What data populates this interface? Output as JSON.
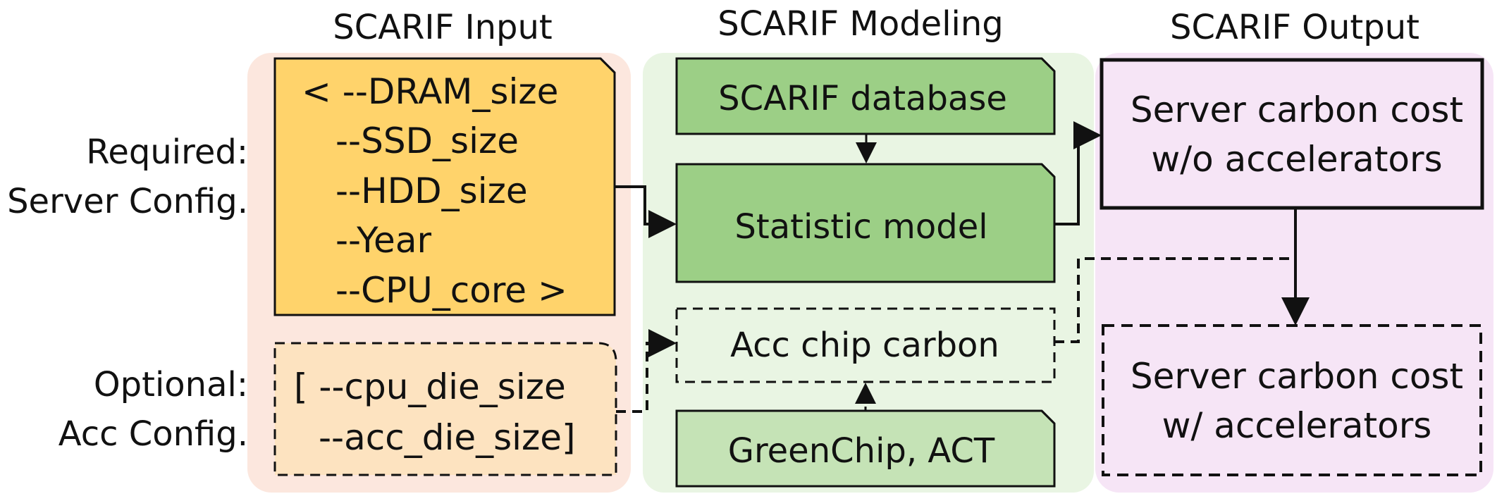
{
  "titles": {
    "input": "SCARIF Input",
    "modeling": "SCARIF Modeling",
    "output": "SCARIF Output"
  },
  "side_labels": {
    "required_line1": "Required:",
    "required_line2": "Server Config.",
    "optional_line1": "Optional:",
    "optional_line2": "Acc Config."
  },
  "required_config": {
    "lines": [
      "< --DRAM_size",
      "--SSD_size",
      "--HDD_size",
      "--Year",
      "--CPU_core >"
    ]
  },
  "optional_config": {
    "lines": [
      "[ --cpu_die_size",
      "--acc_die_size]"
    ]
  },
  "modeling": {
    "database": "SCARIF database",
    "statistic_model": "Statistic model",
    "acc_chip_carbon": "Acc chip carbon",
    "greenchip": "GreenChip, ACT"
  },
  "output": {
    "no_acc_line1": "Server carbon cost",
    "no_acc_line2": "w/o accelerators",
    "with_acc_line1": "Server carbon cost",
    "with_acc_line2": "w/ accelerators"
  },
  "colors": {
    "input_panel": "#fce7de",
    "modeling_panel": "#e9f5e3",
    "output_panel": "#f6e5f6",
    "required_box": "#ffd36b",
    "optional_box": "#fde3c0",
    "green_box": "#9ccf86",
    "green_light_box": "#c5e3b6"
  }
}
